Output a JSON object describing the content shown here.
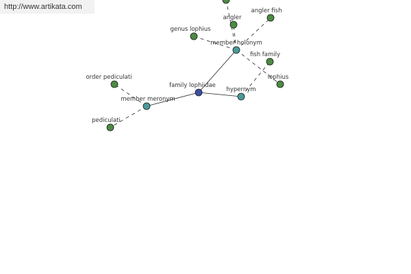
{
  "header": {
    "url": "http://www.artikata.com"
  },
  "colors": {
    "center": "#3b4fa0",
    "relation": "#4a9a9a",
    "leaf": "#4c8a44",
    "edge": "#222222"
  },
  "nodes": [
    {
      "id": "family-lophiidae",
      "label": "family lophiidae",
      "kind": "center"
    },
    {
      "id": "member-holonym",
      "label": "member holonym",
      "kind": "relation"
    },
    {
      "id": "hypernym",
      "label": "hypernym",
      "kind": "relation"
    },
    {
      "id": "member-meronym",
      "label": "member meronym",
      "kind": "relation"
    },
    {
      "id": "angler",
      "label": "angler",
      "kind": "leaf"
    },
    {
      "id": "angler-fish",
      "label": "angler fish",
      "kind": "leaf"
    },
    {
      "id": "genus-lophius",
      "label": "genus lophius",
      "kind": "leaf"
    },
    {
      "id": "lophius",
      "label": "lophius",
      "kind": "leaf"
    },
    {
      "id": "fish-family",
      "label": "fish family",
      "kind": "leaf"
    },
    {
      "id": "order-pediculati",
      "label": "order pediculati",
      "kind": "leaf"
    },
    {
      "id": "pediculati",
      "label": "pediculati",
      "kind": "leaf"
    },
    {
      "id": "top-partial",
      "label": "",
      "kind": "leaf"
    }
  ],
  "edges": [
    {
      "from": "family-lophiidae",
      "to": "member-holonym",
      "style": "solid"
    },
    {
      "from": "family-lophiidae",
      "to": "hypernym",
      "style": "solid"
    },
    {
      "from": "family-lophiidae",
      "to": "member-meronym",
      "style": "solid"
    },
    {
      "from": "member-holonym",
      "to": "angler",
      "style": "dashed"
    },
    {
      "from": "member-holonym",
      "to": "angler-fish",
      "style": "dashed"
    },
    {
      "from": "member-holonym",
      "to": "genus-lophius",
      "style": "dashed"
    },
    {
      "from": "member-holonym",
      "to": "lophius",
      "style": "dashed"
    },
    {
      "from": "member-holonym",
      "to": "top-partial",
      "style": "dashed"
    },
    {
      "from": "hypernym",
      "to": "fish-family",
      "style": "dashed"
    },
    {
      "from": "member-meronym",
      "to": "order-pediculati",
      "style": "dashed"
    },
    {
      "from": "member-meronym",
      "to": "pediculati",
      "style": "dashed"
    }
  ]
}
